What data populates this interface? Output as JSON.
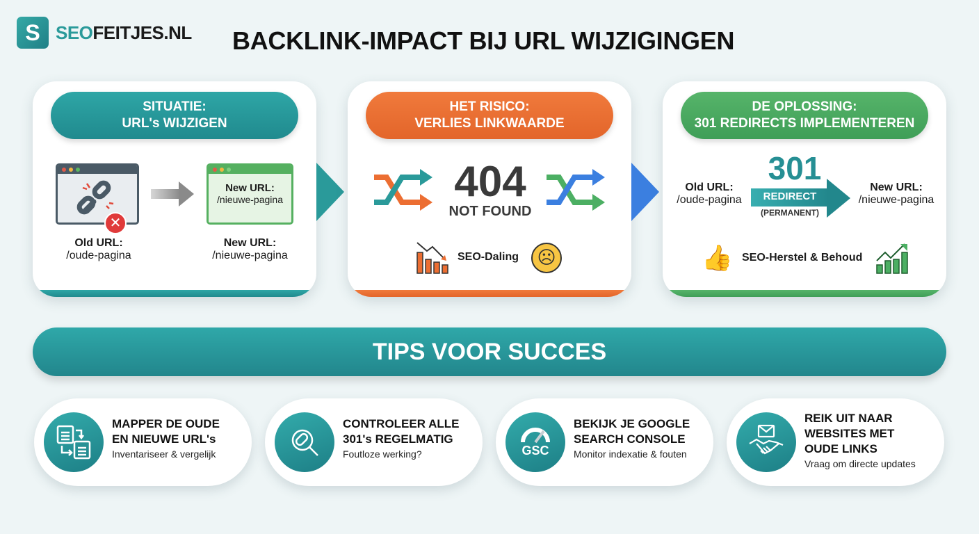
{
  "logo": {
    "mark": "S",
    "seo": "SEO",
    "rest": "FEITJES.NL"
  },
  "title": "BACKLINK-IMPACT BIJ URL WIJZIGINGEN",
  "colors": {
    "teal": "#2a9a9a",
    "orange": "#ec6e32",
    "green": "#4caf63",
    "blue": "#3b7fe0"
  },
  "cards": [
    {
      "header_line1": "SITUATIE:",
      "header_line2": "URL's WIJZIGEN",
      "browser_new_label": "New URL:",
      "browser_new_path": "/nieuwe-pagina",
      "old_label": "Old URL:",
      "old_path": "/oude-pagina",
      "new_label": "New URL:",
      "new_path": "/nieuwe-pagina"
    },
    {
      "header_line1": "HET RISICO:",
      "header_line2": "VERLIES LINKWAARDE",
      "code": "404",
      "code_label": "NOT FOUND",
      "footer_label": "SEO-Daling"
    },
    {
      "header_line1": "DE OPLOSSING:",
      "header_line2": "301 REDIRECTS IMPLEMENTEREN",
      "code": "301",
      "arrow_label": "REDIRECT",
      "arrow_sub": "(PERMANENT)",
      "old_label": "Old URL:",
      "old_path": "/oude-pagina",
      "new_label": "New URL:",
      "new_path": "/nieuwe-pagina",
      "footer_label": "SEO-Herstel & Behoud"
    }
  ],
  "tips_banner": "TIPS VOOR SUCCES",
  "tips": [
    {
      "icon": "url-mapping-icon",
      "title1": "MAPPER DE OUDE",
      "title2": "EN NIEUWE URL's",
      "title3": "",
      "sub": "Inventariseer & vergelijk"
    },
    {
      "icon": "link-magnifier-icon",
      "title1": "CONTROLEER ALLE",
      "title2": "301's REGELMATIG",
      "title3": "",
      "sub": "Foutloze werking?"
    },
    {
      "icon": "gsc-gauge-icon",
      "icon_text": "GSC",
      "title1": "BEKIJK JE GOOGLE",
      "title2": "SEARCH CONSOLE",
      "title3": "",
      "sub": "Monitor indexatie & fouten"
    },
    {
      "icon": "handshake-mail-icon",
      "title1": "REIK UIT NAAR",
      "title2": "WEBSITES MET",
      "title3": "OUDE LINKS",
      "sub": "Vraag om directe updates"
    }
  ]
}
